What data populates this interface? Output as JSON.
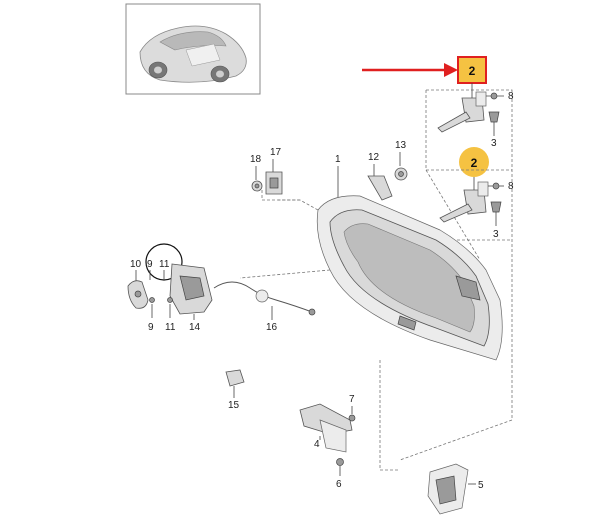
{
  "callouts": {
    "c1": "1",
    "c2_top": "2",
    "c2_mid": "2",
    "c3_top": "3",
    "c3_mid": "3",
    "c4": "4",
    "c5": "5",
    "c6": "6",
    "c7": "7",
    "c8_top": "8",
    "c8_mid": "8",
    "c9_top": "9",
    "c9_bot": "9",
    "c10": "10",
    "c11_top": "11",
    "c11_bot": "11",
    "c12": "12",
    "c13": "13",
    "c14": "14",
    "c15": "15",
    "c16": "16",
    "c17": "17",
    "c18": "18"
  },
  "colors": {
    "highlight_fill": "#f5c242",
    "highlight_box_border": "#e02020",
    "arrow": "#e02020"
  }
}
